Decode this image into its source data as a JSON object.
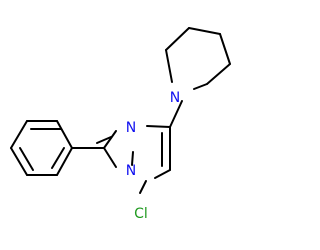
{
  "structure": {
    "atoms": {
      "piperidine_n": {
        "symbol": "N",
        "color": "#1010f0"
      },
      "pyrimidine_n1": {
        "symbol": "N",
        "color": "#1010f0"
      },
      "pyrimidine_n3": {
        "symbol": "N",
        "color": "#1010f0"
      },
      "chlorine": {
        "symbol": "Cl",
        "color": "#1f9a1f"
      }
    },
    "bond_color": "#000000"
  }
}
